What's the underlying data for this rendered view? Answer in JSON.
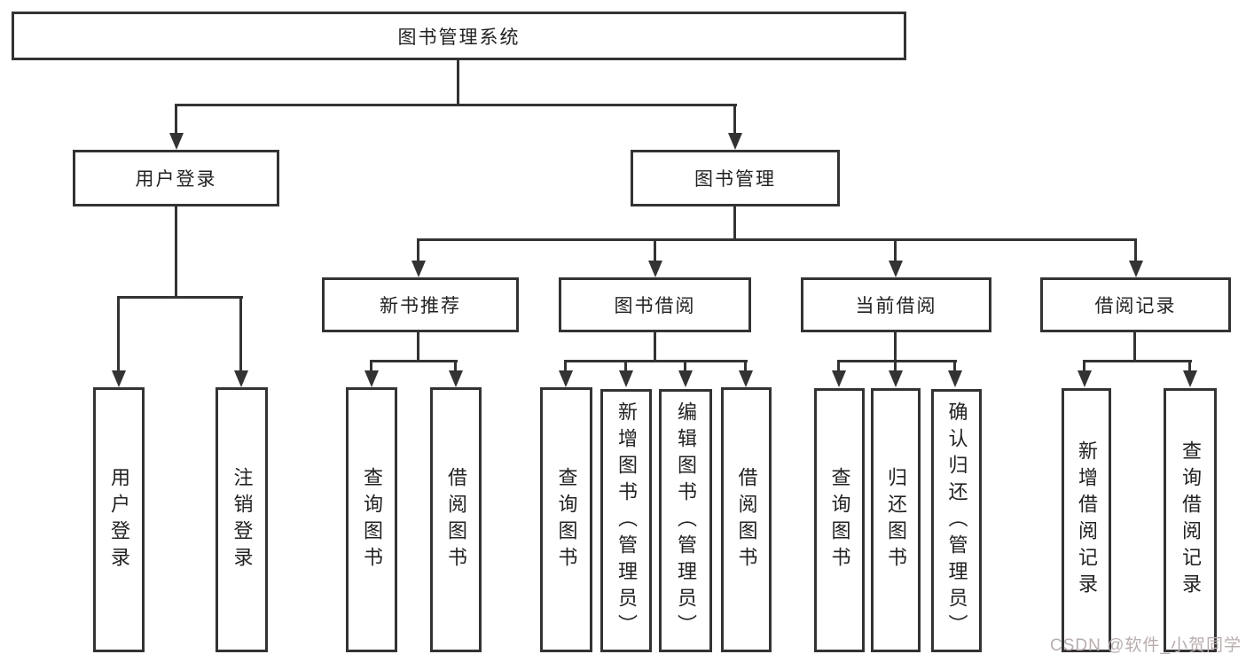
{
  "tree": {
    "label": "图书管理系统",
    "children": [
      {
        "label": "用户登录",
        "children": [
          {
            "label": "用户登录"
          },
          {
            "label": "注销登录"
          }
        ]
      },
      {
        "label": "图书管理",
        "children": [
          {
            "label": "新书推荐",
            "children": [
              {
                "label": "查询图书"
              },
              {
                "label": "借阅图书"
              }
            ]
          },
          {
            "label": "图书借阅",
            "children": [
              {
                "label": "查询图书"
              },
              {
                "label": "新增图书（管理员）"
              },
              {
                "label": "编辑图书（管理员）"
              },
              {
                "label": "借阅图书"
              }
            ]
          },
          {
            "label": "当前借阅",
            "children": [
              {
                "label": "查询图书"
              },
              {
                "label": "归还图书"
              },
              {
                "label": "确认归还（管理员）"
              }
            ]
          },
          {
            "label": "借阅记录",
            "children": [
              {
                "label": "新增借阅记录"
              },
              {
                "label": "查询借阅记录"
              }
            ]
          }
        ]
      }
    ]
  },
  "watermark": {
    "text": "CSDN @软件_小贺同学",
    "color": "#b9adad"
  },
  "colors": {
    "line": "#333333",
    "text": "#222222",
    "background": "#ffffff"
  }
}
